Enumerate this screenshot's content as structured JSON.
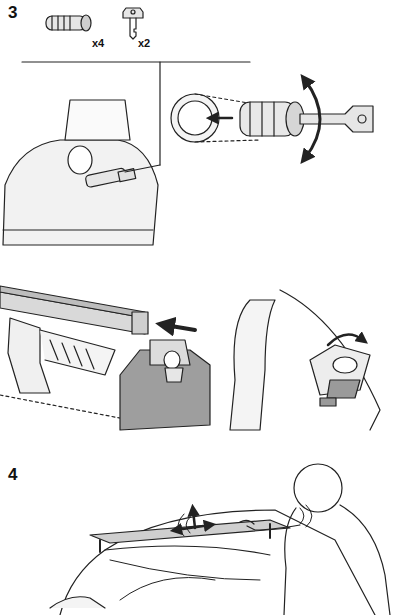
{
  "diagram": {
    "labels": [
      "3",
      "x4",
      "x2",
      "4"
    ]
  }
}
